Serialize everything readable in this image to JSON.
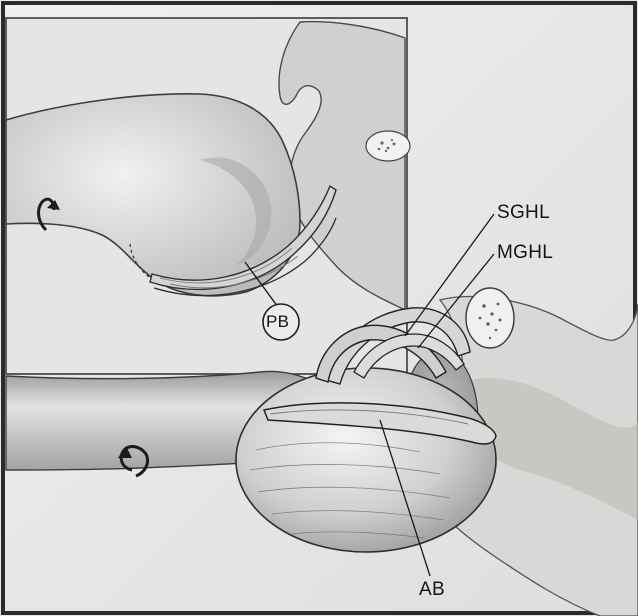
{
  "labels": {
    "sghl": "SGHL",
    "mghl": "MGHL",
    "pb": "PB",
    "ab": "AB"
  },
  "colors": {
    "background": "#e9e9e7",
    "bone": "#dcdcda",
    "bone_shadow": "#a8a8a6",
    "ligament": "#d4d4d2",
    "outline": "#2a2a2a"
  }
}
